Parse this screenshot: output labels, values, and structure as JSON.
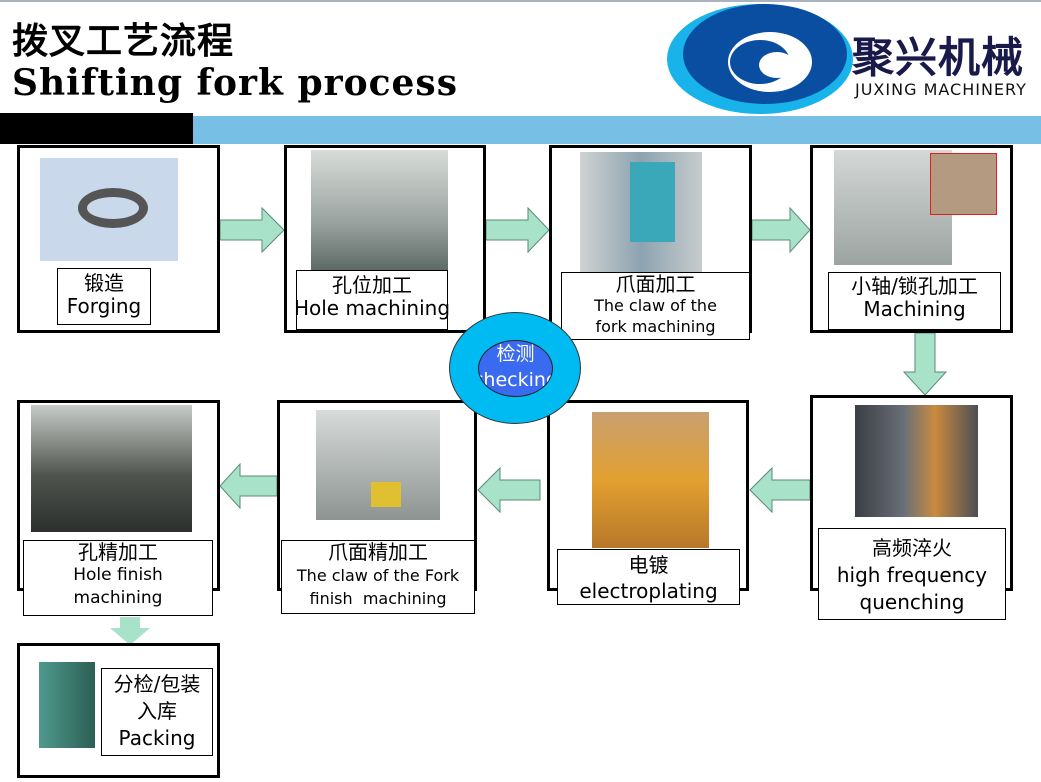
{
  "header": {
    "title_cn": "拨叉工艺流程",
    "title_en": "Shifting fork process"
  },
  "logo": {
    "name_cn": "聚兴机械",
    "name_en": "JUXING MACHINERY",
    "colors": [
      "#0a4ea2",
      "#19b3ec"
    ]
  },
  "center": {
    "cn": "检测",
    "en": "checking"
  },
  "steps": [
    {
      "cn": "锻造",
      "en": "Forging"
    },
    {
      "cn": "孔位加工",
      "en": "Hole machining"
    },
    {
      "cn": "爪面加工",
      "en": "The claw of the fork machining"
    },
    {
      "cn": "小轴/锁孔加工",
      "en": "Machining"
    },
    {
      "cn": "高频淬火",
      "en": "high frequency quenching"
    },
    {
      "cn": "电镀",
      "en": "electroplating"
    },
    {
      "cn": "爪面精加工",
      "en": "The claw of the Fork finish  machining"
    },
    {
      "cn": "孔精加工",
      "en": "Hole finish machining"
    },
    {
      "cn": "分检/包装入库",
      "en": "Packing"
    }
  ],
  "colors": {
    "arrow": "#a8e2c8",
    "band": "#78bfe6",
    "circle": "#00bbf2"
  }
}
